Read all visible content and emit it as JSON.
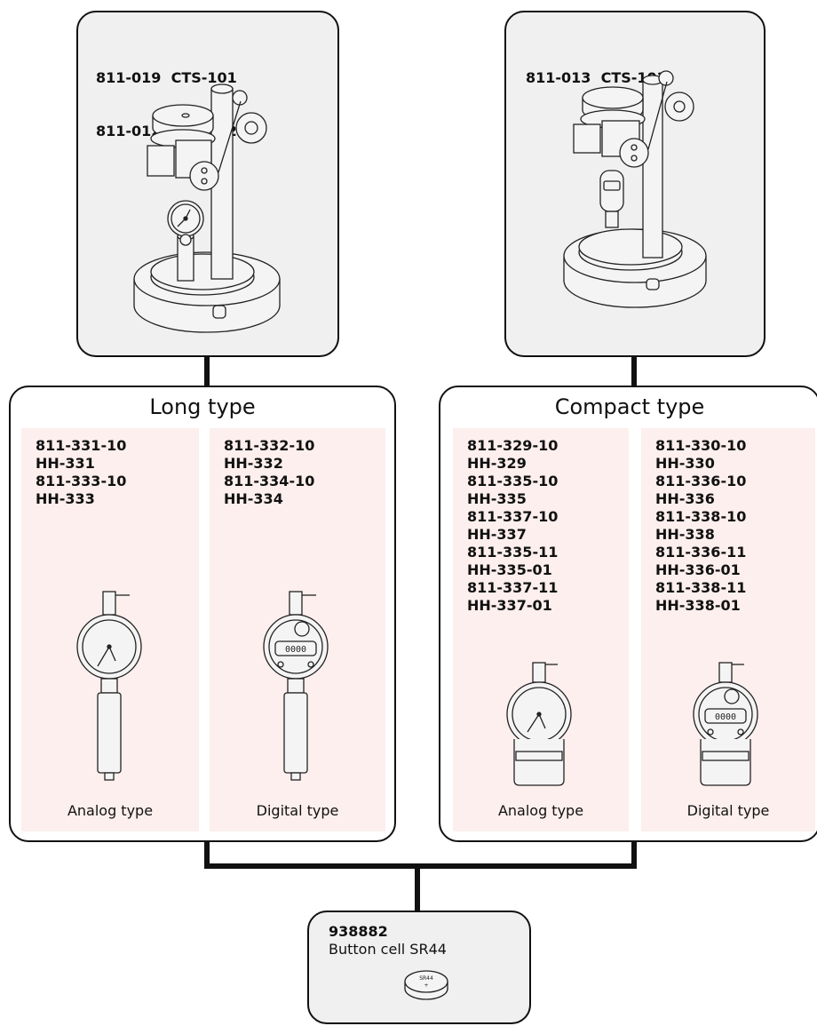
{
  "stands": [
    {
      "codes": [
        "811-019  CTS-101",
        "811-012  CTS-102"
      ]
    },
    {
      "codes": [
        "811-013  CTS-103"
      ]
    }
  ],
  "groups": [
    {
      "title": "Long type",
      "panels": [
        {
          "items": [
            "811-331-10",
            "HH-331",
            "811-333-10",
            "HH-333"
          ],
          "label": "Analog type"
        },
        {
          "items": [
            "811-332-10",
            "HH-332",
            "811-334-10",
            "HH-334"
          ],
          "label": "Digital type"
        }
      ]
    },
    {
      "title": "Compact type",
      "panels": [
        {
          "items": [
            "811-329-10",
            "HH-329",
            "811-335-10",
            "HH-335",
            "811-337-10",
            "HH-337",
            "811-335-11",
            "HH-335-01",
            "811-337-11",
            "HH-337-01"
          ],
          "label": "Analog type"
        },
        {
          "items": [
            "811-330-10",
            "HH-330",
            "811-336-10",
            "HH-336",
            "811-338-10",
            "HH-338",
            "811-336-11",
            "HH-336-01",
            "811-338-11",
            "HH-338-01"
          ],
          "label": "Digital type"
        }
      ]
    }
  ],
  "battery": {
    "code": "938882",
    "label": "Button cell SR44",
    "cell_text": "SR44"
  },
  "display_reading": "0000"
}
